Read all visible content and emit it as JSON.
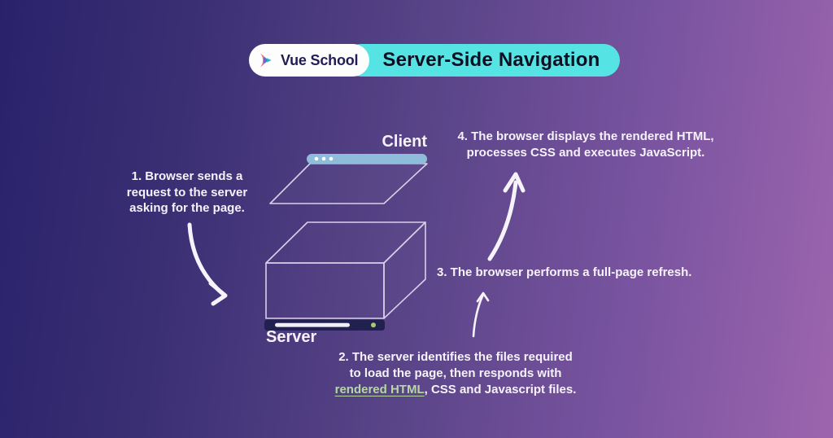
{
  "badge": {
    "brand": "Vue School",
    "title": "Server-Side Navigation"
  },
  "labels": {
    "client": "Client",
    "server": "Server"
  },
  "steps": {
    "one": {
      "lines": [
        "1. Browser sends a",
        "request to the server",
        "asking for the page."
      ]
    },
    "two": {
      "line1": "2. The server identifies the files required",
      "line2": "to load the page, then responds with",
      "link": "rendered HTML",
      "line3_rest": ", CSS and Javascript files."
    },
    "three": {
      "text": "3. The browser performs a full-page refresh."
    },
    "four": {
      "lines": [
        "4. The browser displays the rendered HTML,",
        "processes CSS and executes JavaScript."
      ]
    }
  },
  "colors": {
    "accent_cyan": "#55e4e3",
    "link_green": "#b5d9a1",
    "browser_bar_blue": "#8fbcda",
    "led_green": "#a6cd67",
    "outline_lavender": "#d9cfe9",
    "server_bar_navy": "#20214f",
    "bg_left": "#29226b",
    "bg_right": "#9d65ae",
    "text_white": "#f6f2fa",
    "title_text_dark": "#0c1022",
    "brand_text_navy": "#211d54"
  }
}
